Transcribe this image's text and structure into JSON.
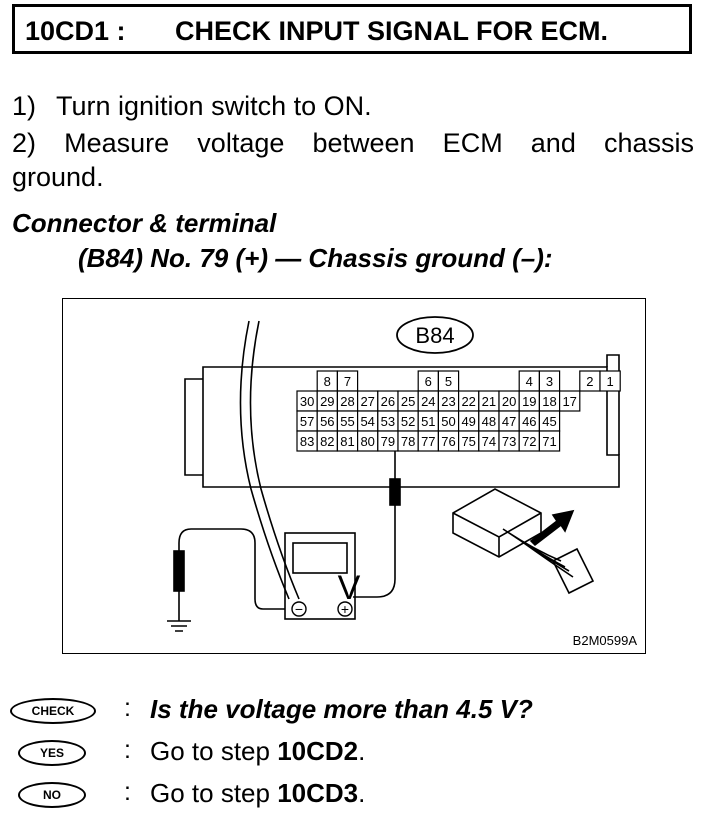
{
  "title": {
    "code": "10CD1 :",
    "text": "CHECK INPUT SIGNAL FOR ECM."
  },
  "steps": [
    {
      "num": "1)",
      "line1": "Turn ignition switch to ON."
    },
    {
      "num": "2)",
      "line1": "Measure voltage between ECM and chassis",
      "line2": "ground."
    }
  ],
  "connector": {
    "heading": "Connector & terminal",
    "spec": "(B84) No. 79 (+) — Chassis ground (–):"
  },
  "figure": {
    "connector_label": "B84",
    "code": "B2M0599A",
    "row0": [
      "8",
      "7",
      "6",
      "5",
      "4",
      "3",
      "2",
      "1"
    ],
    "row1": [
      "30",
      "29",
      "28",
      "27",
      "26",
      "25",
      "24",
      "23",
      "22",
      "21",
      "20",
      "19",
      "18",
      "17"
    ],
    "row2": [
      "57",
      "56",
      "55",
      "54",
      "53",
      "52",
      "51",
      "50",
      "49",
      "48",
      "47",
      "46",
      "45"
    ],
    "row3": [
      "83",
      "82",
      "81",
      "80",
      "79",
      "78",
      "77",
      "76",
      "75",
      "74",
      "73",
      "72",
      "71"
    ],
    "meter_symbol": "V",
    "meter_minus": "−",
    "meter_plus": "+"
  },
  "results": [
    {
      "badge": "CHECK",
      "colon": ":",
      "text": "Is the voltage more than 4.5 V?"
    },
    {
      "badge": "YES",
      "colon": ":",
      "prefix": "Go to step ",
      "target": "10CD2",
      "suffix": "."
    },
    {
      "badge": "NO",
      "colon": ":",
      "prefix": "Go to step ",
      "target": "10CD3",
      "suffix": "."
    }
  ]
}
